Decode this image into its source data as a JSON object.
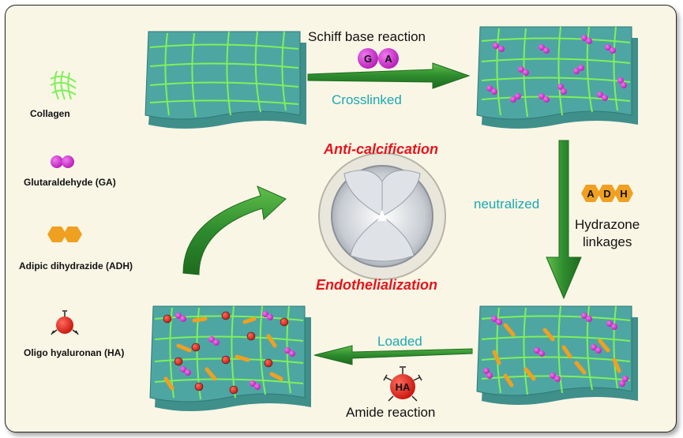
{
  "legend": {
    "collagen": "Collagen",
    "ga": "Glutaraldehyde (GA)",
    "adh": "Adipic dihydrazide (ADH)",
    "ha": "Oligo hyaluronan (HA)"
  },
  "steps": {
    "schiff": "Schiff base reaction",
    "crosslinked": "Crosslinked",
    "neutralized": "neutralized",
    "hydrazone_line1": "Hydrazone",
    "hydrazone_line2": "linkages",
    "loaded": "Loaded",
    "amide": "Amide reaction"
  },
  "molecule_labels": {
    "ga_g": "G",
    "ga_a": "A",
    "adh_a": "A",
    "adh_d": "D",
    "adh_h": "H",
    "ha": "HA"
  },
  "outcomes": {
    "anti_calcification": "Anti-calcification",
    "endothelialization": "Endothelialization"
  },
  "colors": {
    "collagen": "#7ff05a",
    "ga": "#d633d6",
    "adh": "#f0a020",
    "ha": "#e8201c",
    "arrow": "#2e8b2e",
    "teal_text": "#1aa9b0",
    "red_text": "#e8141b",
    "sheet": "#4ea6a2"
  }
}
